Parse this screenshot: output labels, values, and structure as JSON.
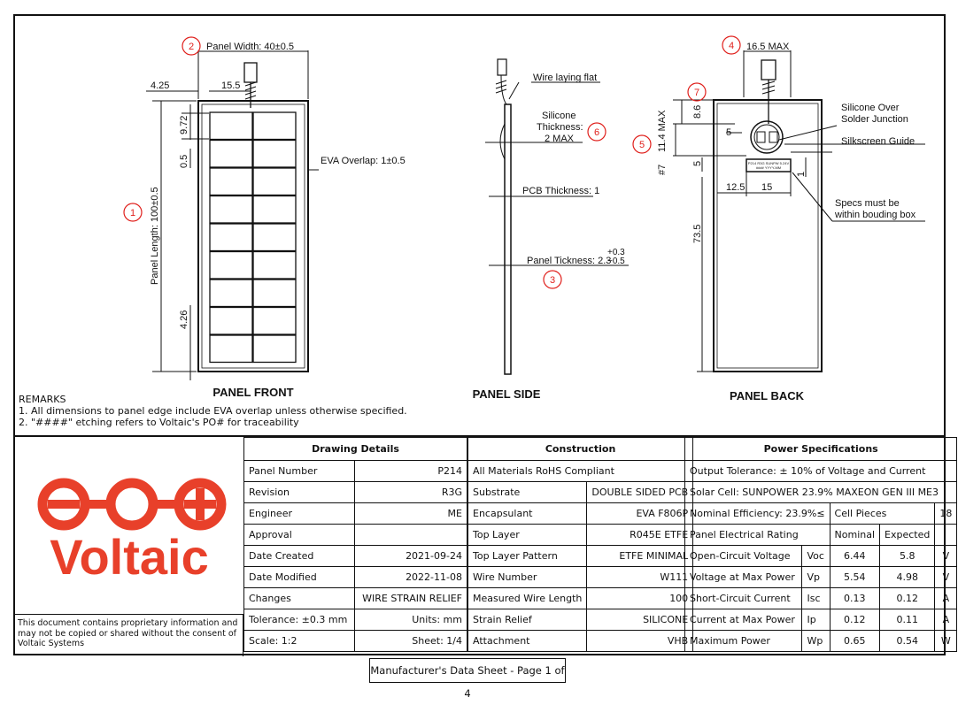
{
  "views": {
    "front": {
      "title": "PANEL FRONT",
      "panel_width": "Panel Width: 40±0.5",
      "dim_left": "4.25",
      "dim_wire": "15.5",
      "dim_top": "9.72",
      "dim_gap": "0.5",
      "eva_overlap": "EVA Overlap: 1±0.5",
      "panel_length": "Panel Length: 100±0.5",
      "dim_bottom": "4.26"
    },
    "side": {
      "title": "PANEL SIDE",
      "wire": "Wire laying flat",
      "silicone_1": "Silicone",
      "silicone_2": "Thickness:",
      "silicone_3": "2 MAX",
      "pcb": "PCB Thickness: 1",
      "panel_thickness": "Panel Tickness: 2.3",
      "tol_plus": "+0.3",
      "tol_minus": "−0.5"
    },
    "back": {
      "title": "PANEL BACK",
      "width_max": "16.5 MAX",
      "dim_86": "8.6",
      "dim_114": "11.4 MAX",
      "dim_5a": "5",
      "dim_5b": "5",
      "dim_7": "#7",
      "dim_1": "1",
      "dim_125": "12.5",
      "dim_15": "15",
      "dim_735": "73.5",
      "silicone_1": "Silicone Over",
      "silicone_2": "Solder Junction",
      "silkscreen": "Silkscreen Guide",
      "specs_1": "Specs must be",
      "specs_2": "within bouding box",
      "label_1": "P214 R3G SUNPW 5.24V",
      "label_2": "#### YYYY-MM"
    },
    "balloons": [
      "1",
      "2",
      "3",
      "4",
      "5",
      "6",
      "7"
    ]
  },
  "remarks": {
    "heading": "REMARKS",
    "line1": "1. All dimensions to panel edge include EVA overlap unless otherwise specified.",
    "line2": "2. \"####\" etching refers to Voltaic's PO# for traceability"
  },
  "logo": {
    "text": "Voltaic",
    "color": "#e8402a"
  },
  "proprietary": "This document contains proprietary information and may not be copied or shared without the consent of Voltaic Systems",
  "drawing_details": {
    "header": "Drawing Details",
    "rows": [
      {
        "label": "Panel Number",
        "value": "P214"
      },
      {
        "label": "Revision",
        "value": "R3G"
      },
      {
        "label": "Engineer",
        "value": "ME"
      },
      {
        "label": "Approval",
        "value": ""
      },
      {
        "label": "Date Created",
        "value": "2021-09-24"
      },
      {
        "label": "Date Modified",
        "value": "2022-11-08"
      },
      {
        "label": "Changes",
        "value": "WIRE STRAIN RELIEF"
      },
      {
        "label": "Tolerance: ±0.3 mm",
        "value": "Units: mm"
      },
      {
        "label": "Scale: 1:2",
        "value": "Sheet: 1/4"
      }
    ]
  },
  "construction": {
    "header": "Construction",
    "rohs": "All Materials RoHS Compliant",
    "rows": [
      {
        "label": "Substrate",
        "value": "DOUBLE SIDED PCB"
      },
      {
        "label": "Encapsulant",
        "value": "EVA F806P"
      },
      {
        "label": "Top Layer",
        "value": "R045E ETFE"
      },
      {
        "label": "Top Layer Pattern",
        "value": "ETFE MINIMAL"
      },
      {
        "label": "Wire Number",
        "value": "W111"
      },
      {
        "label": "Measured Wire Length",
        "value": "100"
      },
      {
        "label": "Strain Relief",
        "value": "SILICONE"
      },
      {
        "label": "Attachment",
        "value": "VHB"
      }
    ]
  },
  "power": {
    "header": "Power Specifications",
    "tolerance": "Output Tolerance: ± 10% of Voltage and Current",
    "solar_cell": "Solar Cell: SUNPOWER 23.9% MAXEON GEN III ME3",
    "efficiency": "Nominal Efficiency: 23.9%≤",
    "cell_pieces_label": "Cell Pieces",
    "cell_pieces_value": "18",
    "rating_label": "Panel Electrical Rating",
    "nominal": "Nominal",
    "expected": "Expected",
    "rows": [
      {
        "label": "Open-Circuit Voltage",
        "sym": "Voc",
        "nominal": "6.44",
        "expected": "5.8",
        "unit": "V"
      },
      {
        "label": "Voltage at Max Power",
        "sym": "Vp",
        "nominal": "5.54",
        "expected": "4.98",
        "unit": "V"
      },
      {
        "label": "Short-Circuit Current",
        "sym": "Isc",
        "nominal": "0.13",
        "expected": "0.12",
        "unit": "A"
      },
      {
        "label": "Current at Max Power",
        "sym": "Ip",
        "nominal": "0.12",
        "expected": "0.11",
        "unit": "A"
      },
      {
        "label": "Maximum Power",
        "sym": "Wp",
        "nominal": "0.65",
        "expected": "0.54",
        "unit": "W"
      }
    ]
  },
  "footer": "Manufacturer's Data Sheet - Page 1 of 4"
}
